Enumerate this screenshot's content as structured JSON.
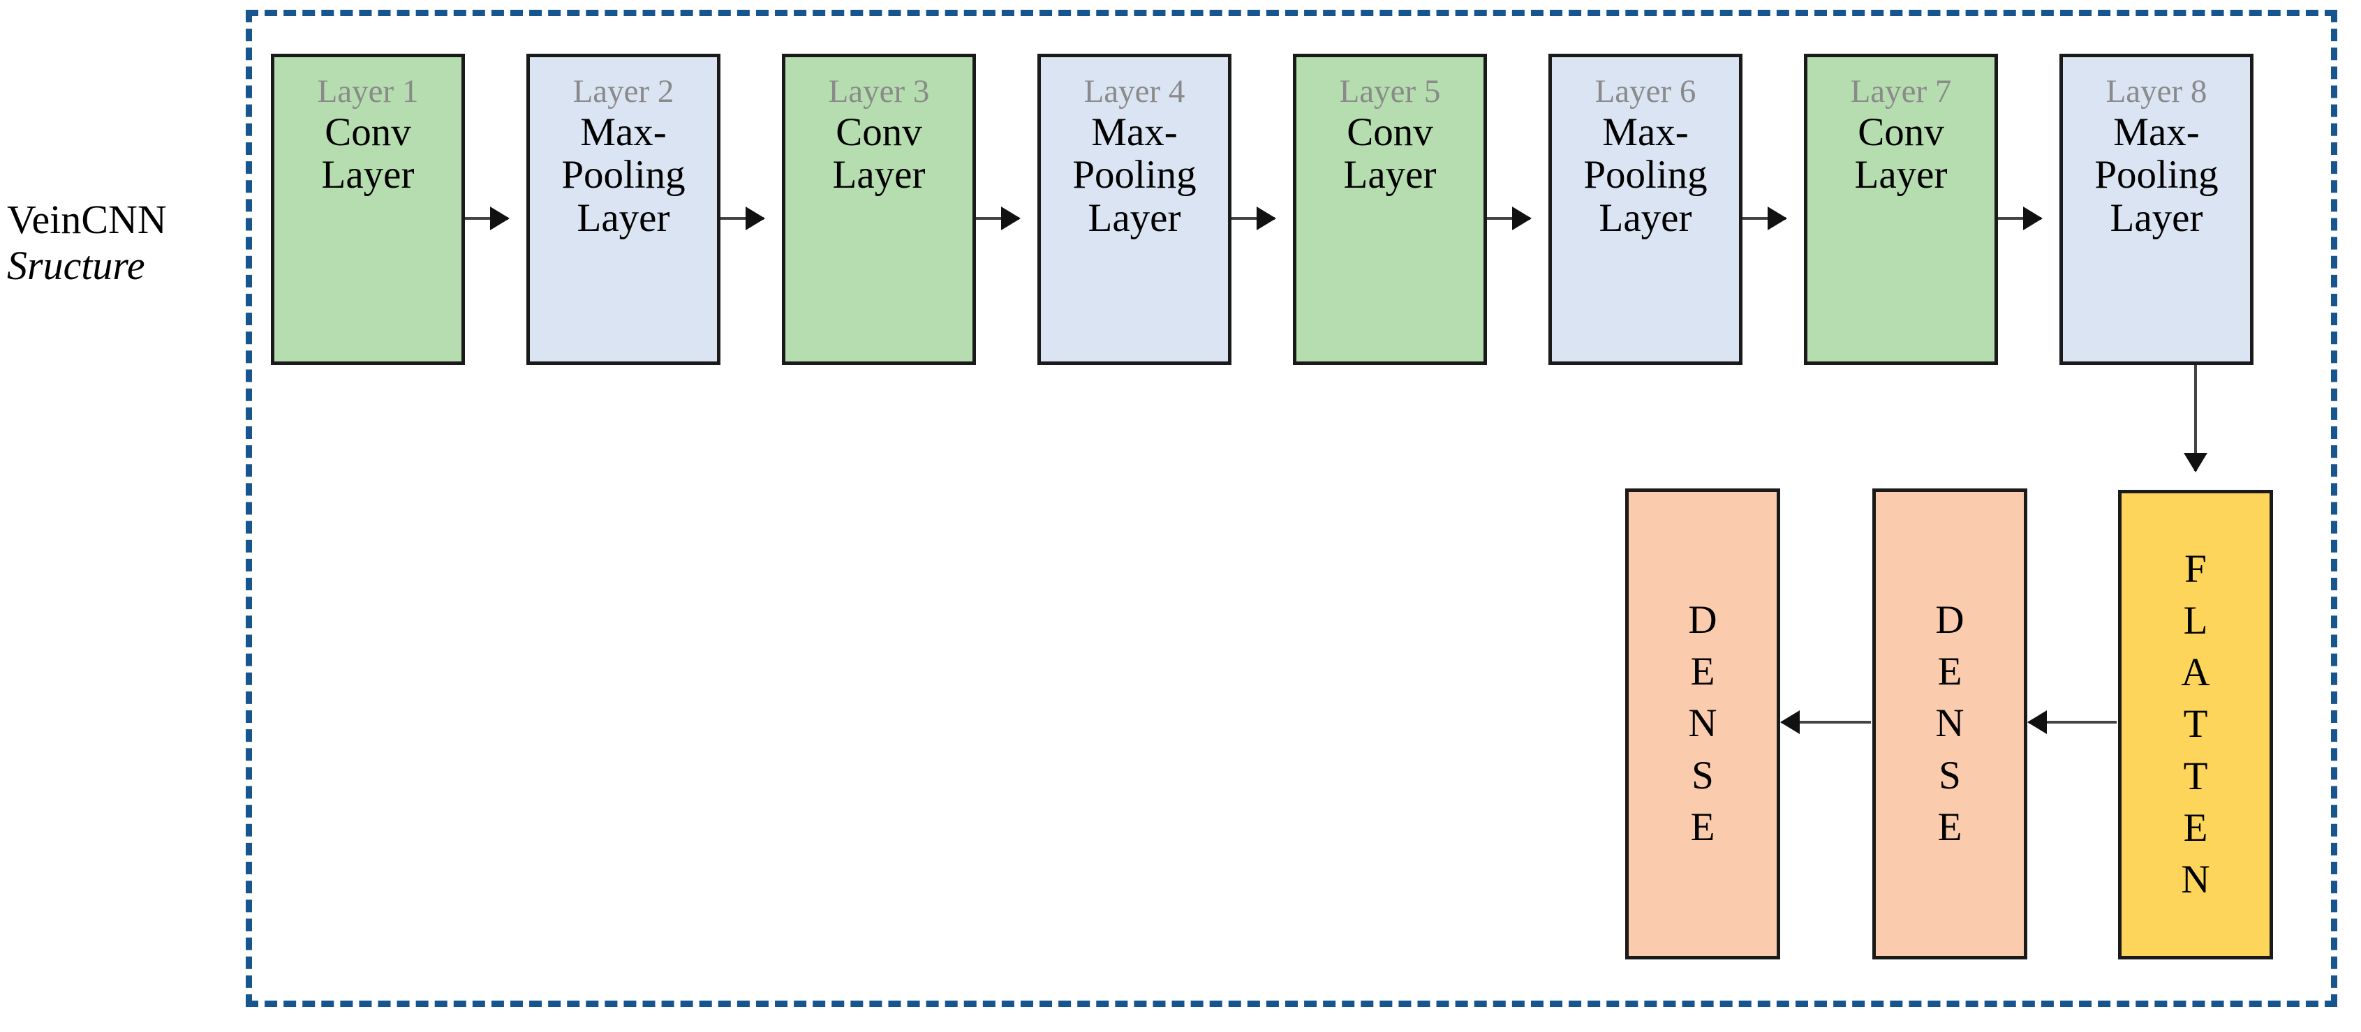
{
  "diagram": {
    "side_label": {
      "line1": "VeinCNN",
      "line2": "Sructure"
    },
    "frame": {
      "border_color": "#17558F",
      "border_style": "dashed"
    },
    "colors": {
      "conv_fill": "#B6DDAF",
      "pool_fill": "#DAE4F2",
      "dense_fill": "#FBCBAD",
      "flatten_fill": "#FCD55A",
      "node_border": "#1A1A1A",
      "index_text": "#8A8A8A",
      "connector": "#444444"
    },
    "layer_row": [
      {
        "index": "Layer 1",
        "title": "Conv\nLayer",
        "kind": "conv"
      },
      {
        "index": "Layer 2",
        "title": "Max-\nPooling\nLayer",
        "kind": "pool"
      },
      {
        "index": "Layer 3",
        "title": "Conv\nLayer",
        "kind": "conv"
      },
      {
        "index": "Layer 4",
        "title": "Max-\nPooling\nLayer",
        "kind": "pool"
      },
      {
        "index": "Layer 5",
        "title": "Conv\nLayer",
        "kind": "conv"
      },
      {
        "index": "Layer 6",
        "title": "Max-\nPooling\nLayer",
        "kind": "pool"
      },
      {
        "index": "Layer 7",
        "title": "Conv\nLayer",
        "kind": "conv"
      },
      {
        "index": "Layer 8",
        "title": "Max-\nPooling\nLayer",
        "kind": "pool"
      }
    ],
    "head_row": [
      {
        "name": "DENSE",
        "kind": "dense"
      },
      {
        "name": "DENSE",
        "kind": "dense"
      },
      {
        "name": "FLATTEN",
        "kind": "flatten"
      }
    ]
  }
}
